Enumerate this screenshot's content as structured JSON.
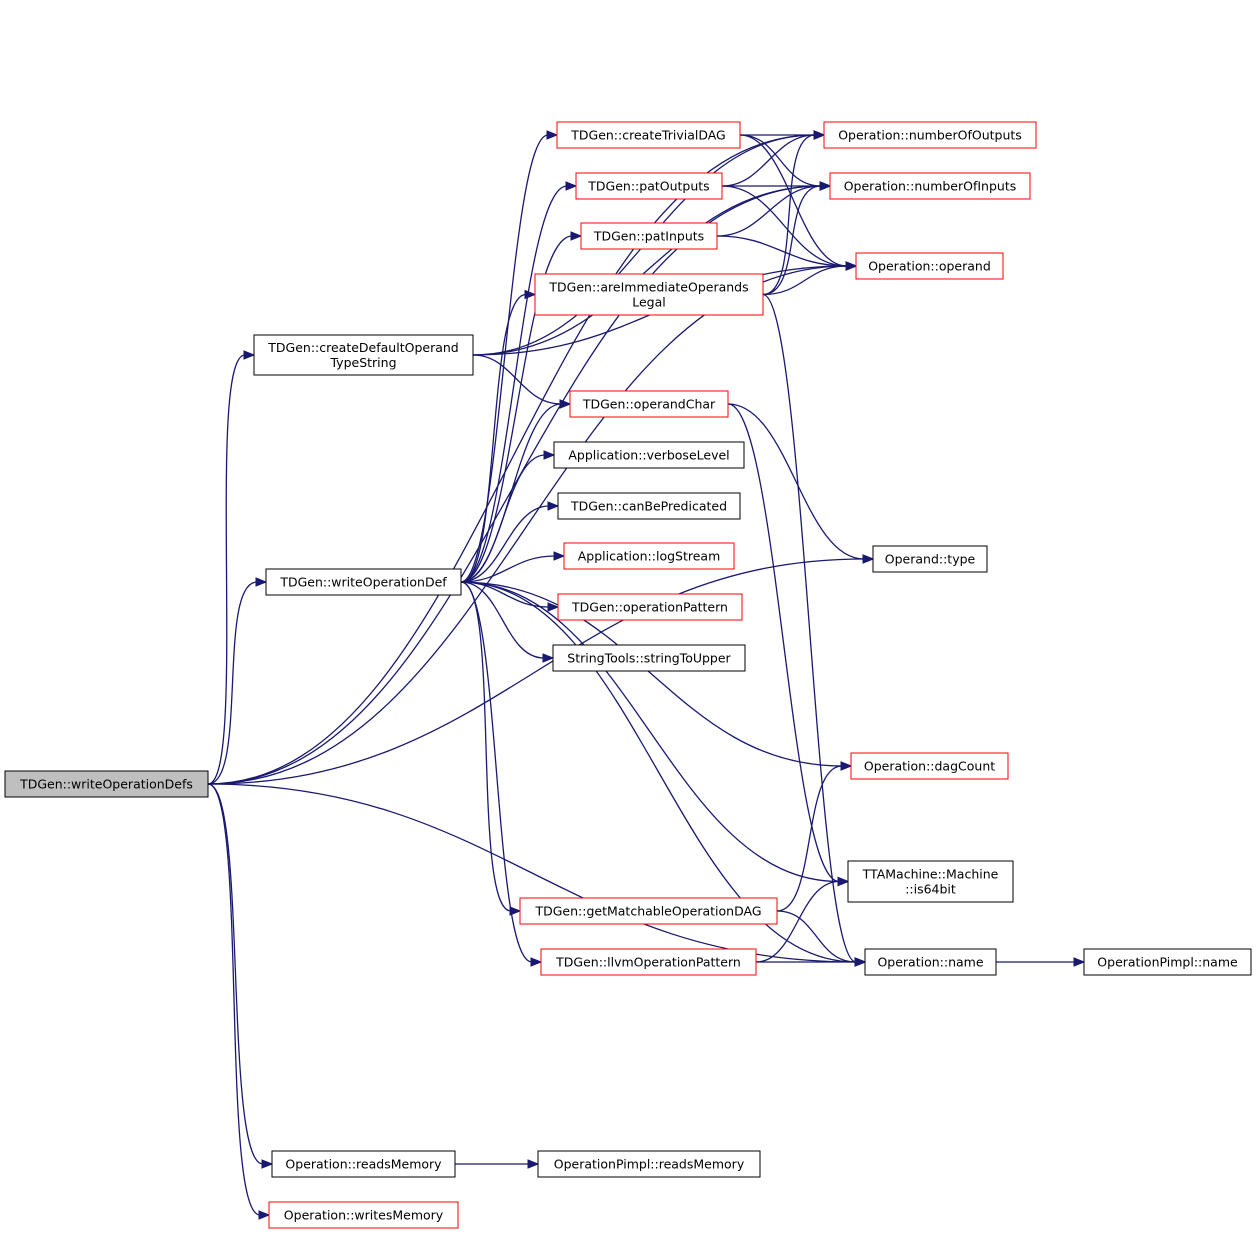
{
  "colors": {
    "edge": "#191970",
    "node_border_default": "#000000",
    "node_border_highlight": "#ff0000",
    "node_fill_default": "#ffffff",
    "node_fill_root": "#bfbfbf"
  },
  "nodes": {
    "root": {
      "lines": [
        "TDGen::writeOperationDefs"
      ],
      "style": "root"
    },
    "createDefaultOperandTypeString": {
      "lines": [
        "TDGen::createDefaultOperand",
        "TypeString"
      ],
      "style": "default"
    },
    "writeOperationDef": {
      "lines": [
        "TDGen::writeOperationDef"
      ],
      "style": "default"
    },
    "readsMemory": {
      "lines": [
        "Operation::readsMemory"
      ],
      "style": "default"
    },
    "writesMemory": {
      "lines": [
        "Operation::writesMemory"
      ],
      "style": "highlight"
    },
    "createTrivialDAG": {
      "lines": [
        "TDGen::createTrivialDAG"
      ],
      "style": "highlight"
    },
    "patOutputs": {
      "lines": [
        "TDGen::patOutputs"
      ],
      "style": "highlight"
    },
    "patInputs": {
      "lines": [
        "TDGen::patInputs"
      ],
      "style": "highlight"
    },
    "areImmediateOperandsLegal": {
      "lines": [
        "TDGen::areImmediateOperands",
        "Legal"
      ],
      "style": "highlight"
    },
    "operandChar": {
      "lines": [
        "TDGen::operandChar"
      ],
      "style": "highlight"
    },
    "verboseLevel": {
      "lines": [
        "Application::verboseLevel"
      ],
      "style": "default"
    },
    "canBePredicated": {
      "lines": [
        "TDGen::canBePredicated"
      ],
      "style": "default"
    },
    "logStream": {
      "lines": [
        "Application::logStream"
      ],
      "style": "highlight"
    },
    "operationPattern": {
      "lines": [
        "TDGen::operationPattern"
      ],
      "style": "highlight"
    },
    "stringToUpper": {
      "lines": [
        "StringTools::stringToUpper"
      ],
      "style": "default"
    },
    "getMatchableOperationDAG": {
      "lines": [
        "TDGen::getMatchableOperationDAG"
      ],
      "style": "highlight"
    },
    "llvmOperationPattern": {
      "lines": [
        "TDGen::llvmOperationPattern"
      ],
      "style": "highlight"
    },
    "pimplReadsMemory": {
      "lines": [
        "OperationPimpl::readsMemory"
      ],
      "style": "default"
    },
    "numberOfOutputs": {
      "lines": [
        "Operation::numberOfOutputs"
      ],
      "style": "highlight"
    },
    "numberOfInputs": {
      "lines": [
        "Operation::numberOfInputs"
      ],
      "style": "highlight"
    },
    "operand": {
      "lines": [
        "Operation::operand"
      ],
      "style": "highlight"
    },
    "operandType": {
      "lines": [
        "Operand::type"
      ],
      "style": "default"
    },
    "dagCount": {
      "lines": [
        "Operation::dagCount"
      ],
      "style": "highlight"
    },
    "is64bit": {
      "lines": [
        "TTAMachine::Machine",
        "::is64bit"
      ],
      "style": "default"
    },
    "opName": {
      "lines": [
        "Operation::name"
      ],
      "style": "default"
    },
    "pimplName": {
      "lines": [
        "OperationPimpl::name"
      ],
      "style": "default"
    }
  },
  "edges": [
    [
      "root",
      "createDefaultOperandTypeString"
    ],
    [
      "root",
      "writeOperationDef"
    ],
    [
      "root",
      "readsMemory"
    ],
    [
      "root",
      "writesMemory"
    ],
    [
      "root",
      "numberOfOutputs"
    ],
    [
      "root",
      "numberOfInputs"
    ],
    [
      "root",
      "operand"
    ],
    [
      "root",
      "operandType"
    ],
    [
      "root",
      "opName"
    ],
    [
      "createDefaultOperandTypeString",
      "numberOfOutputs"
    ],
    [
      "createDefaultOperandTypeString",
      "numberOfInputs"
    ],
    [
      "createDefaultOperandTypeString",
      "operand"
    ],
    [
      "createDefaultOperandTypeString",
      "operandChar"
    ],
    [
      "writeOperationDef",
      "createTrivialDAG"
    ],
    [
      "writeOperationDef",
      "patOutputs"
    ],
    [
      "writeOperationDef",
      "patInputs"
    ],
    [
      "writeOperationDef",
      "areImmediateOperandsLegal"
    ],
    [
      "writeOperationDef",
      "operandChar"
    ],
    [
      "writeOperationDef",
      "verboseLevel"
    ],
    [
      "writeOperationDef",
      "canBePredicated"
    ],
    [
      "writeOperationDef",
      "logStream"
    ],
    [
      "writeOperationDef",
      "operationPattern"
    ],
    [
      "writeOperationDef",
      "stringToUpper"
    ],
    [
      "writeOperationDef",
      "dagCount"
    ],
    [
      "writeOperationDef",
      "is64bit"
    ],
    [
      "writeOperationDef",
      "getMatchableOperationDAG"
    ],
    [
      "writeOperationDef",
      "llvmOperationPattern"
    ],
    [
      "writeOperationDef",
      "opName"
    ],
    [
      "readsMemory",
      "pimplReadsMemory"
    ],
    [
      "createTrivialDAG",
      "numberOfOutputs"
    ],
    [
      "createTrivialDAG",
      "numberOfInputs"
    ],
    [
      "createTrivialDAG",
      "operand"
    ],
    [
      "patOutputs",
      "numberOfOutputs"
    ],
    [
      "patOutputs",
      "numberOfInputs"
    ],
    [
      "patOutputs",
      "operand"
    ],
    [
      "patInputs",
      "numberOfInputs"
    ],
    [
      "patInputs",
      "operand"
    ],
    [
      "areImmediateOperandsLegal",
      "numberOfOutputs"
    ],
    [
      "areImmediateOperandsLegal",
      "numberOfInputs"
    ],
    [
      "areImmediateOperandsLegal",
      "operand"
    ],
    [
      "areImmediateOperandsLegal",
      "opName"
    ],
    [
      "operandChar",
      "operandType"
    ],
    [
      "operandChar",
      "is64bit"
    ],
    [
      "getMatchableOperationDAG",
      "dagCount"
    ],
    [
      "getMatchableOperationDAG",
      "opName"
    ],
    [
      "llvmOperationPattern",
      "is64bit"
    ],
    [
      "llvmOperationPattern",
      "opName"
    ],
    [
      "opName",
      "pimplName"
    ]
  ]
}
